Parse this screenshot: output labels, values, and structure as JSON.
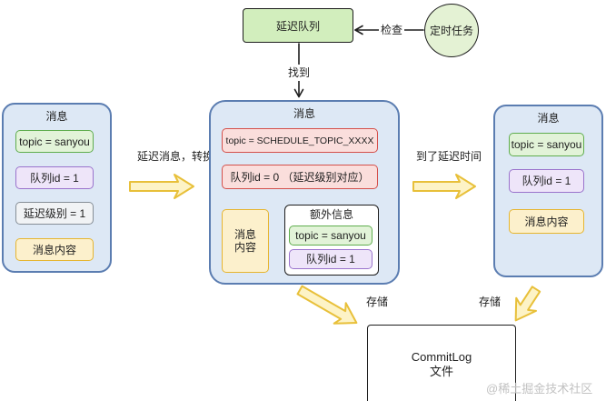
{
  "colors": {
    "panel_border": "#5b7db1",
    "panel_fill": "#dde8f5",
    "green_border": "#5fad4e",
    "green_fill": "#e2f3d8",
    "purple_border": "#9a73cc",
    "purple_fill": "#eee5f9",
    "gray_border": "#868e96",
    "gray_fill": "#f1f3f5",
    "yellow_border": "#e6b530",
    "yellow_fill": "#fcf0cc",
    "red_border": "#d4504b",
    "red_fill": "#fadedc",
    "queue_fill": "#d2eebd",
    "timer_fill": "#e4f2d4",
    "arrow_yellow": "#e8c03a",
    "arrow_yellow_fill": "#fdf3c6",
    "ink": "#1e1e1e",
    "watermark": "#c2c2c2"
  },
  "delay_queue": {
    "label": "延迟队列"
  },
  "scheduled_task": {
    "label": "定时任务"
  },
  "edges": {
    "check": "检查",
    "found": "找到",
    "convert": "延迟消息，转换",
    "delay_reached": "到了延迟时间",
    "store_left": "存储",
    "store_right": "存储"
  },
  "original_message": {
    "title": "消息",
    "topic": "topic = sanyou",
    "queue_id": "队列id = 1",
    "delay_level": "延迟级别 = 1",
    "content": "消息内容"
  },
  "delayed_message": {
    "title": "消息",
    "topic": "topic = SCHEDULE_TOPIC_XXXX",
    "queue_id": "队列id = 0 （延迟级别对应）",
    "content_lines": [
      "消息",
      "内容"
    ],
    "extra_info": {
      "title": "额外信息",
      "topic": "topic = sanyou",
      "queue_id": "队列id = 1"
    }
  },
  "restored_message": {
    "title": "消息",
    "topic": "topic = sanyou",
    "queue_id": "队列id = 1",
    "content": "消息内容"
  },
  "commitlog": {
    "lines": [
      "CommitLog",
      "文件"
    ]
  },
  "watermark": "@稀土掘金技术社区"
}
